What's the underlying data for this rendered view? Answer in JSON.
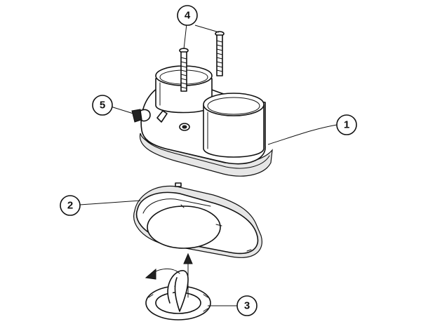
{
  "callouts": [
    {
      "id": "1",
      "label": "1"
    },
    {
      "id": "2",
      "label": "2"
    },
    {
      "id": "3",
      "label": "3"
    },
    {
      "id": "4",
      "label": "4"
    },
    {
      "id": "5",
      "label": "5"
    }
  ],
  "colors": {
    "line": "#111111",
    "fill": "#ffffff",
    "shade": "#e6e6e6"
  },
  "icons": [
    "screw-icon",
    "arrow-rotate-icon",
    "arrow-up-icon"
  ]
}
